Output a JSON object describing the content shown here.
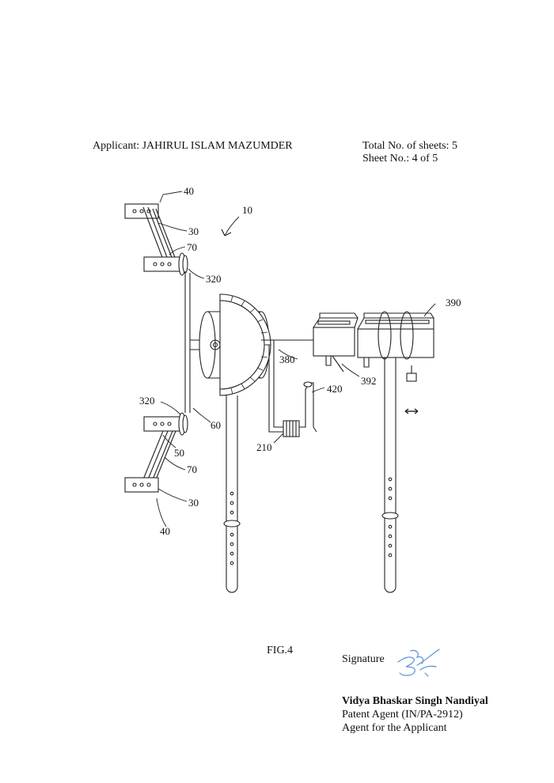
{
  "header": {
    "applicant": "Applicant: JAHIRUL ISLAM MAZUMDER",
    "total_sheets": "Total No. of sheets: 5",
    "sheet_no": "Sheet No.: 4 of 5"
  },
  "drawing": {
    "labels": {
      "l10": "10",
      "l40_top": "40",
      "l30_top": "30",
      "l70_top": "70",
      "l320_top": "320",
      "l380": "380",
      "l390": "390",
      "l392": "392",
      "l420": "420",
      "l320_bot": "320",
      "l60": "60",
      "l50": "50",
      "l70_bot": "70",
      "l30_bot": "30",
      "l40_bot": "40",
      "l210": "210"
    },
    "figure_caption": "FIG.4"
  },
  "signature_block": {
    "label": "Signature",
    "name": "Vidya Bhaskar Singh Nandiyal",
    "role": "Patent Agent (IN/PA-2912)",
    "for": "Agent for the Applicant"
  }
}
